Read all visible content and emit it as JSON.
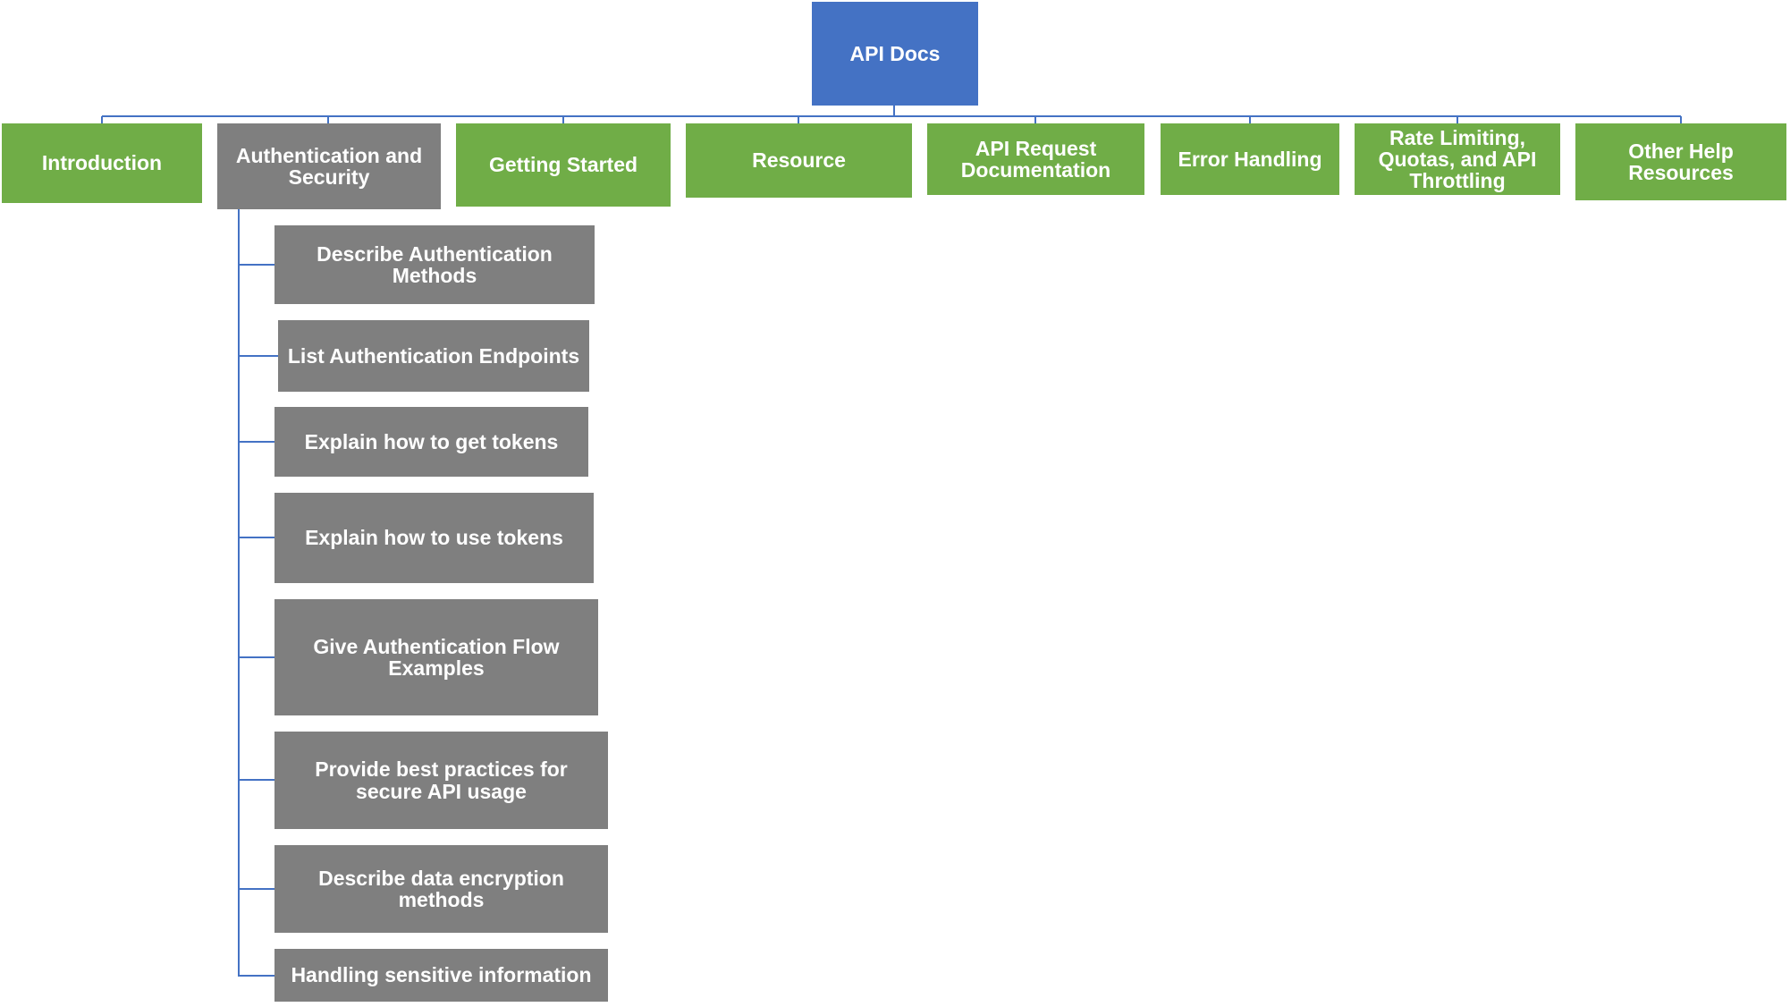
{
  "root": {
    "label": "API Docs"
  },
  "sections": [
    {
      "label": "Introduction"
    },
    {
      "label": "Authentication and Security"
    },
    {
      "label": "Getting Started"
    },
    {
      "label": "Resource"
    },
    {
      "label": "API Request Documentation"
    },
    {
      "label": "Error Handling"
    },
    {
      "label": "Rate Limiting, Quotas, and API Throttling"
    },
    {
      "label": "Other Help Resources"
    }
  ],
  "auth_children": [
    {
      "label": "Describe Authentication Methods"
    },
    {
      "label": "List Authentication Endpoints"
    },
    {
      "label": "Explain how to get tokens"
    },
    {
      "label": "Explain how to use tokens"
    },
    {
      "label": "Give Authentication Flow Examples"
    },
    {
      "label": "Provide best practices for secure API usage"
    },
    {
      "label": "Describe data encryption methods"
    },
    {
      "label": "Handling sensitive information"
    }
  ],
  "colors": {
    "root": "#4472c4",
    "section": "#70ad47",
    "expanded_section": "#7f7f7f",
    "child": "#7f7f7f",
    "connector": "#4472c4",
    "text": "#ffffff"
  }
}
